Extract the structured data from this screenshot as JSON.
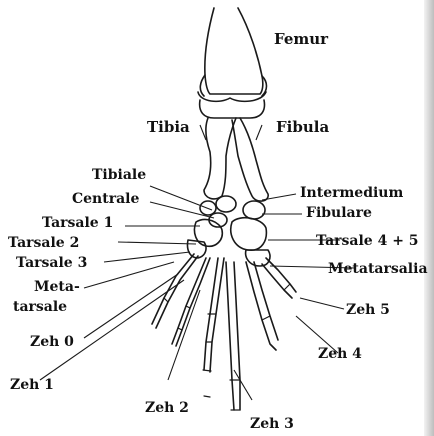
{
  "labels": {
    "femur": "Femur",
    "tibia": "Tibia",
    "fibula": "Fibula",
    "tibiale": "Tibiale",
    "centrale": "Centrale",
    "tarsale1": "Tarsale 1",
    "tarsale2": "Tarsale 2",
    "tarsale3": "Tarsale 3",
    "meta": "Meta-",
    "tarsale": "tarsale",
    "zeh0": "Zeh 0",
    "zeh1": "Zeh 1",
    "zeh2": "Zeh 2",
    "zeh3": "Zeh 3",
    "zeh4": "Zeh 4",
    "zeh5": "Zeh 5",
    "intermedium": "Intermedium",
    "fibulare": "Fibulare",
    "tarsale45": "Tarsale 4 + 5",
    "metatarsalia": "Metatarsalia"
  },
  "colors": {
    "ink": "#1a1a1a",
    "paper": "#ffffff"
  }
}
